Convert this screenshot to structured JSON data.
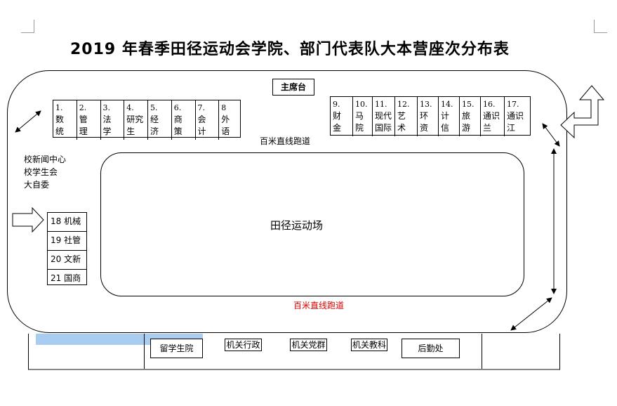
{
  "title": "2019 年春季田径运动会学院、部门代表队大本营座次分布表",
  "rostrum": "主席台",
  "field": "田径运动场",
  "sprint_top": "百米直线跑道",
  "sprint_bottom": "百米直线跑道",
  "sprint_bottom_color": "#e00000",
  "left_labels": [
    "校新闻中心",
    "校学生会",
    "大自委"
  ],
  "top_left_teams": [
    {
      "num": "1.",
      "name": [
        "数",
        "统"
      ]
    },
    {
      "num": "2.",
      "name": [
        "管",
        "理"
      ]
    },
    {
      "num": "3.",
      "name": [
        "法",
        "学"
      ]
    },
    {
      "num": "4.",
      "name": [
        "研究",
        "生"
      ]
    },
    {
      "num": "5.",
      "name": [
        "经",
        "济"
      ]
    },
    {
      "num": "6.",
      "name": [
        "商",
        "策"
      ]
    },
    {
      "num": "7.",
      "name": [
        "会",
        "计"
      ]
    },
    {
      "num": "8",
      "name": [
        "外",
        "语"
      ]
    }
  ],
  "top_right_teams": [
    {
      "num": "9.",
      "name": [
        "财",
        "金"
      ]
    },
    {
      "num": "10.",
      "name": [
        "马",
        "院"
      ]
    },
    {
      "num": "11.",
      "name": [
        "现代",
        "国际"
      ]
    },
    {
      "num": "12.",
      "name": [
        "艺",
        "术"
      ]
    },
    {
      "num": "13.",
      "name": [
        "环",
        "资"
      ]
    },
    {
      "num": "14.",
      "name": [
        "计",
        "信"
      ]
    },
    {
      "num": "15.",
      "name": [
        "旅",
        "游"
      ]
    },
    {
      "num": "16.",
      "name": [
        "通识",
        "兰"
      ]
    },
    {
      "num": "17.",
      "name": [
        "通识",
        "江"
      ]
    }
  ],
  "left_teams": [
    "18 机械",
    "19 社管",
    "20 文新",
    "21 国商"
  ],
  "bottom_units": [
    "留学生院",
    "机关行政",
    "机关党群",
    "机关教科",
    "后勤处"
  ]
}
